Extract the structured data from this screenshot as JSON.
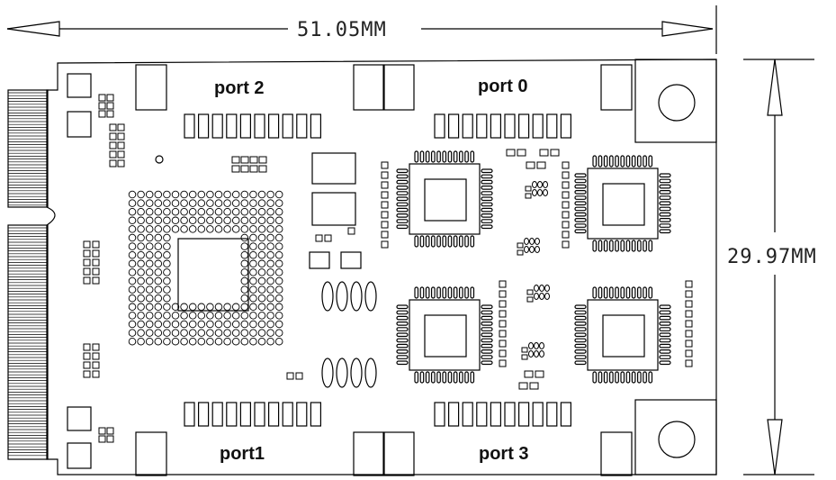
{
  "dimensions": {
    "width_label": "51.05MM",
    "height_label": "29.97MM"
  },
  "ports": {
    "port_top_left": "port 2",
    "port_top_right": "port 0",
    "port_bottom_left": "port1",
    "port_bottom_right": "port 3"
  },
  "colors": {
    "line": "#000000",
    "background": "#ffffff"
  }
}
